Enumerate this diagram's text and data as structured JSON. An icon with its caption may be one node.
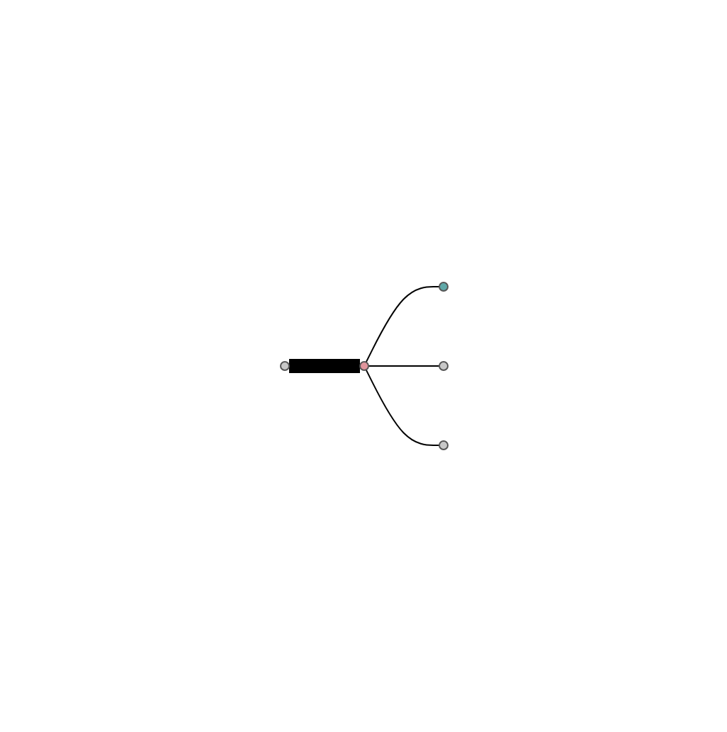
{
  "diagram": {
    "nodes": [
      {
        "text": [],
        "shape": "circle"
      },
      {
        "text": [],
        "shape": "circle"
      },
      {
        "text": [],
        "shape": "circle"
      },
      {
        "text": [],
        "shape": "circle"
      },
      {
        "text": [],
        "shape": "circle"
      }
    ],
    "edges": [
      {
        "from": 1,
        "to": 2,
        "arrow": "none",
        "style": "thick"
      },
      {
        "from": 2,
        "to": 0,
        "arrow": "none"
      },
      {
        "from": 2,
        "to": 3,
        "arrow": "none"
      },
      {
        "from": 2,
        "to": 4,
        "arrow": "none"
      }
    ]
  }
}
